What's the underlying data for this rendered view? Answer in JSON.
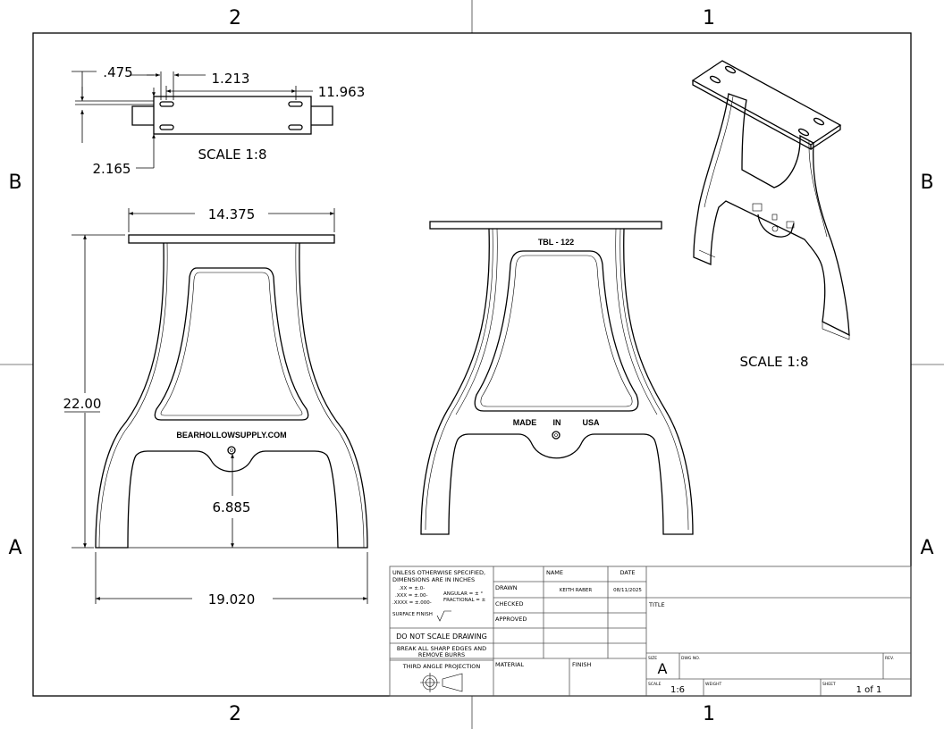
{
  "zones": {
    "top": [
      "2",
      "1"
    ],
    "bottom": [
      "2",
      "1"
    ],
    "left": [
      "B",
      "A"
    ],
    "right": [
      "B",
      "A"
    ]
  },
  "top_view": {
    "dims": {
      "d1": ".475",
      "d2": "1.213",
      "d3": "11.963",
      "d4": "2.165"
    },
    "scale_label": "SCALE 1:8"
  },
  "front_view": {
    "dims": {
      "width_top": "14.375",
      "height": "22.00",
      "arch": "6.885",
      "width_bottom": "19.020"
    },
    "embossed_text": "BEARHOLLOWSUPPLY.COM"
  },
  "back_view": {
    "model": "TBL - 122",
    "made": "MADE",
    "in": "IN",
    "usa": "USA"
  },
  "iso_view": {
    "scale_label": "SCALE 1:8"
  },
  "title_block": {
    "tolerance_header_1": "UNLESS OTHERWISE SPECIFIED,",
    "tolerance_header_2": "DIMENSIONS ARE IN INCHES",
    "tol_xx": ".XX = ±.0-",
    "tol_xxx": ".XXX = ±.00-",
    "tol_xxxx": ".XXXX = ±.000-",
    "tol_angular": "ANGULAR = ± °",
    "tol_fractional": "FRACTIONAL = ±",
    "surface_finish": "SURFACE FINISH",
    "do_not_scale": "DO NOT SCALE DRAWING",
    "break_edges_1": "BREAK ALL SHARP EDGES AND",
    "break_edges_2": "REMOVE BURRS",
    "projection": "THIRD ANGLE PROJECTION",
    "col_name": "NAME",
    "col_date": "DATE",
    "drawn_label": "DRAWN",
    "drawn_name": "KEITH RABER",
    "drawn_date": "08/11/2025",
    "checked_label": "CHECKED",
    "approved_label": "APPROVED",
    "material_label": "MATERIAL",
    "finish_label": "FINISH",
    "title_label": "TITLE",
    "size_label": "SIZE",
    "size_value": "A",
    "dwg_no_label": "DWG NO.",
    "rev_label": "REV.",
    "scale_label": "SCALE",
    "scale_value": "1:6",
    "weight_label": "WEIGHT",
    "sheet_label": "SHEET",
    "sheet_value": "1 of 1"
  }
}
